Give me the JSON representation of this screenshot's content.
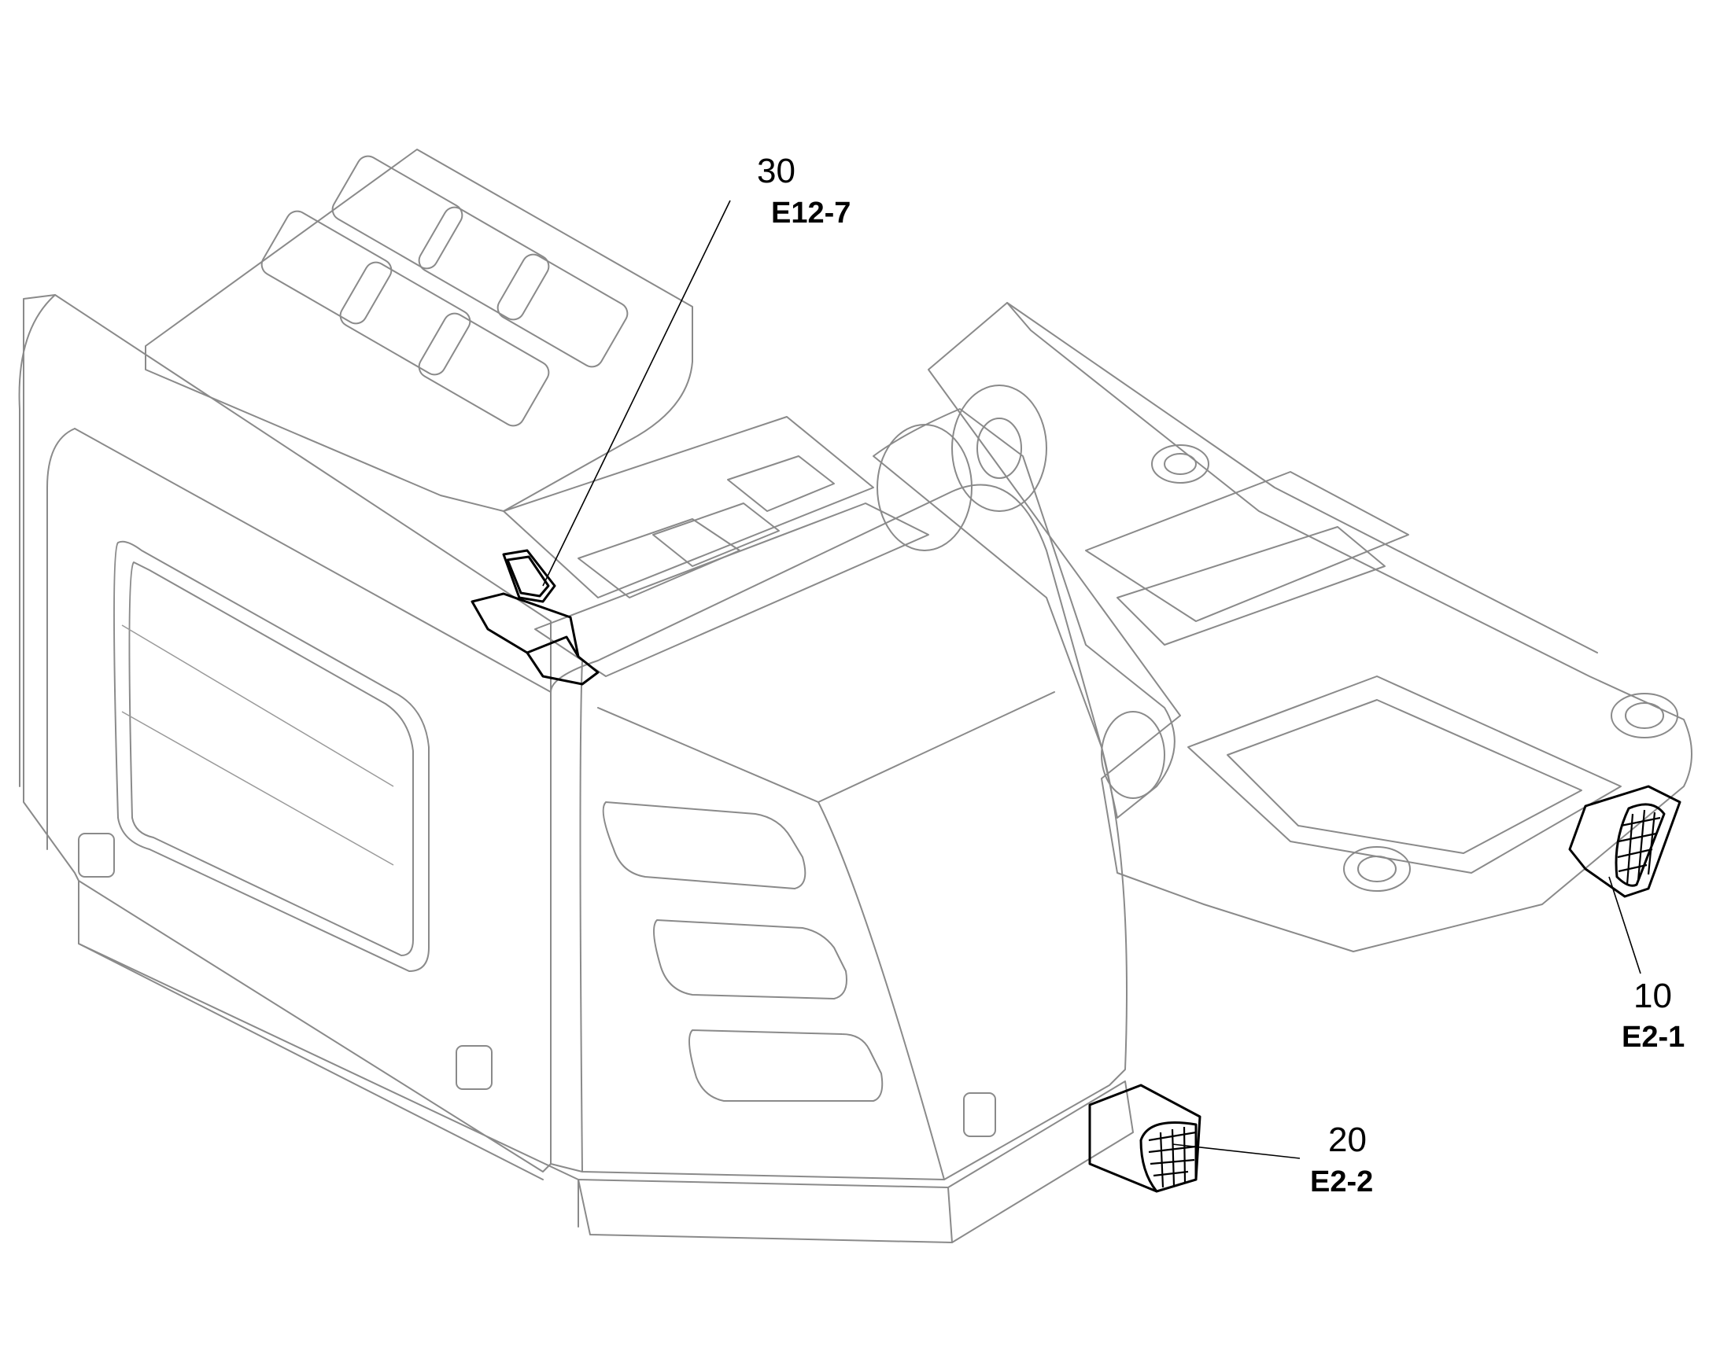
{
  "callouts": [
    {
      "id": "callout-30",
      "number": "30",
      "code": "E12-7"
    },
    {
      "id": "callout-10",
      "number": "10",
      "code": "E2-1"
    },
    {
      "id": "callout-20",
      "number": "20",
      "code": "E2-2"
    }
  ],
  "colors": {
    "ghost_line": "#8a8a8a",
    "highlight_line": "#000000",
    "background": "#ffffff"
  }
}
